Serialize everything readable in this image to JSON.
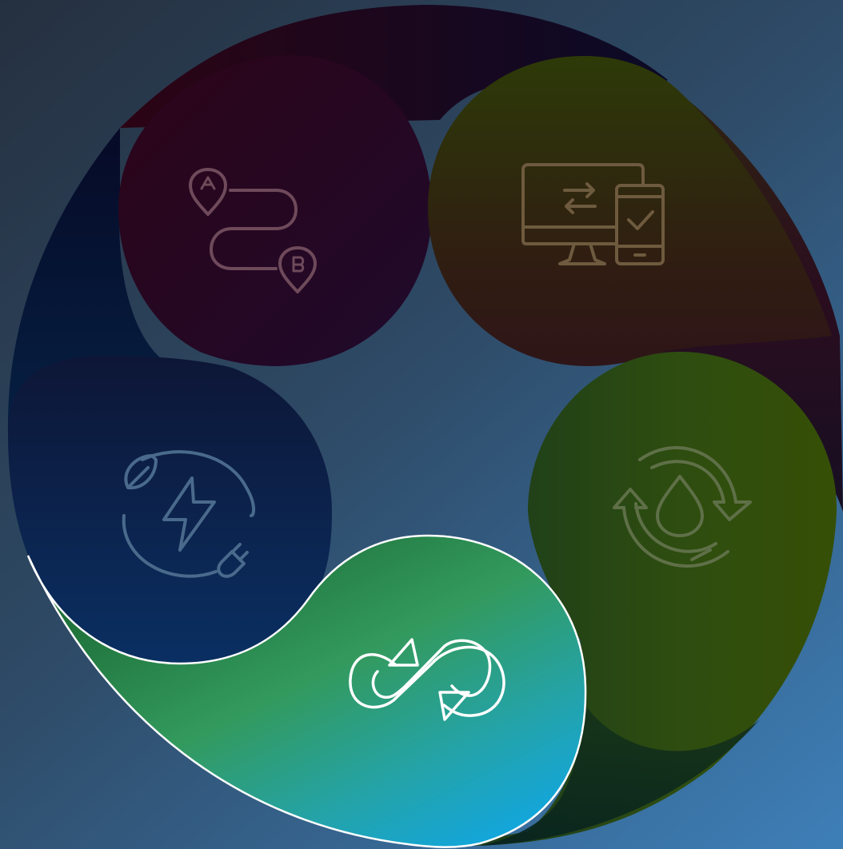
{
  "diagram": {
    "kind": "cycle",
    "segments": [
      {
        "id": "route",
        "icon": "route-a-to-b-icon",
        "active": false
      },
      {
        "id": "devices",
        "icon": "device-sync-icon",
        "active": false
      },
      {
        "id": "water",
        "icon": "water-recycle-icon",
        "active": false
      },
      {
        "id": "infinity",
        "icon": "infinity-loop-arrows-icon",
        "active": true
      },
      {
        "id": "energy",
        "icon": "renewable-energy-icon",
        "active": false
      }
    ],
    "colors": {
      "background_start": "#25303f",
      "background_end": "#3e7fb8",
      "route": "#2a0a1e",
      "devices": "#3a3a10",
      "water": "#2f4a12",
      "infinity_start": "#1a6a35",
      "infinity_end": "#14a6df",
      "energy": "#0b2a5a",
      "active_icon": "#ffffff",
      "inactive_icon": "#8a8f8a"
    }
  }
}
